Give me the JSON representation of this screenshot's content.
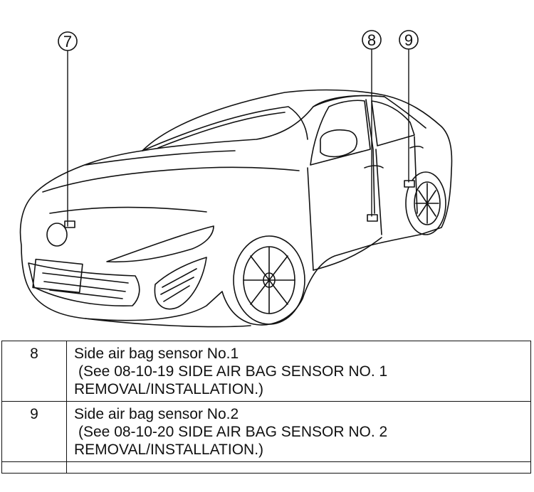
{
  "callouts": [
    {
      "number": "7"
    },
    {
      "number": "8"
    },
    {
      "number": "9"
    }
  ],
  "legend": [
    {
      "number": "8",
      "name": "Side air bag sensor No.1",
      "reference": "(See 08-10-19 SIDE AIR BAG SENSOR NO. 1",
      "reference_cont": "REMOVAL/INSTALLATION.)"
    },
    {
      "number": "9",
      "name": "Side air bag sensor No.2",
      "reference": "(See 08-10-20 SIDE AIR BAG SENSOR NO. 2",
      "reference_cont": "REMOVAL/INSTALLATION.)"
    }
  ],
  "colors": {
    "line": "#111111",
    "background": "#ffffff"
  }
}
